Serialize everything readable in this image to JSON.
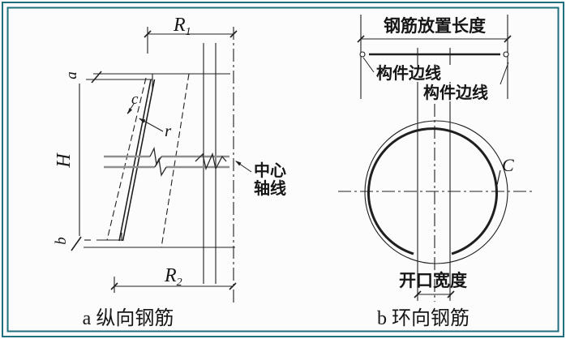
{
  "figure": {
    "left": {
      "caption": "a 纵向钢筋",
      "r1": "R",
      "r1_sub": "1",
      "r2": "R",
      "r2_sub": "2",
      "h": "H",
      "a": "a",
      "b": "b",
      "c": "c",
      "r": "r",
      "axis_line1": "中心",
      "axis_line2": "轴线"
    },
    "right": {
      "caption": "b 环向钢筋",
      "placement_length": "钢筋放置长度",
      "edge_label_1": "构件边线",
      "edge_label_2": "构件边线",
      "lap_label": "C",
      "opening_width": "开口宽度"
    },
    "colors": {
      "frame": "#206f7f",
      "line": "#1f1f1f",
      "gray_line": "#8f8f8f",
      "background": "#fcfcfc"
    }
  }
}
